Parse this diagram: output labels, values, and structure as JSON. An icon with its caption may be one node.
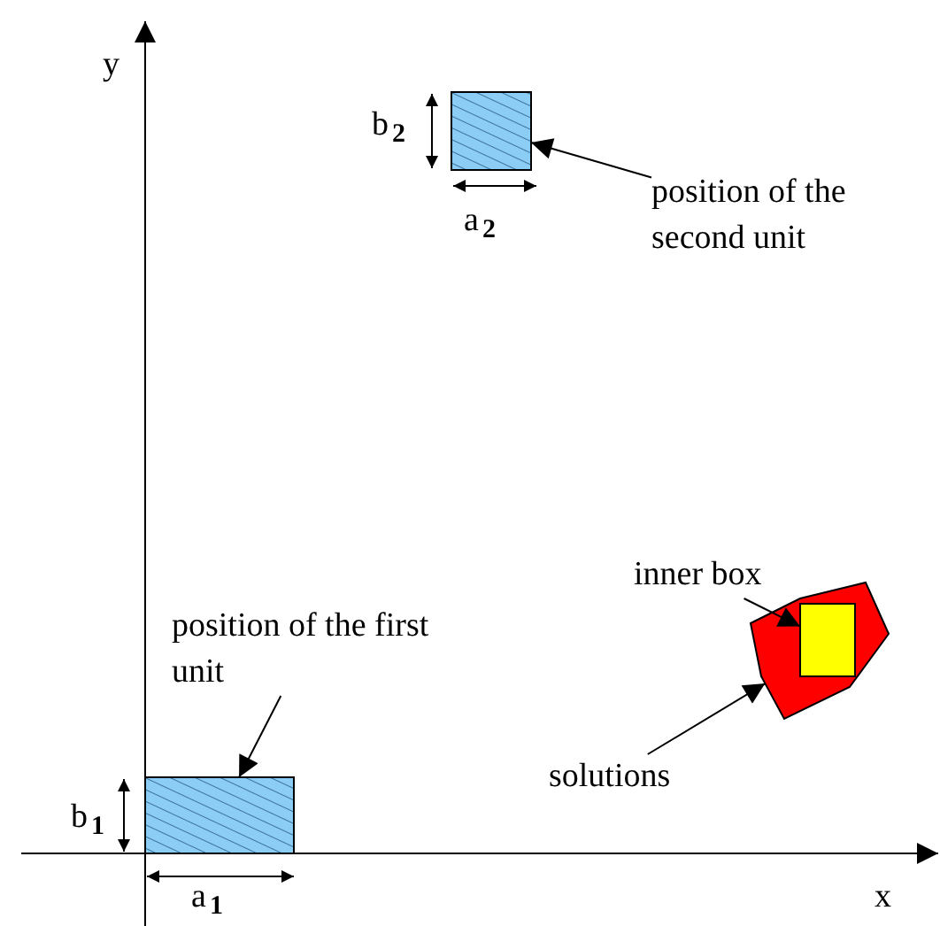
{
  "diagram": {
    "nodes": [
      {
        "text": [
          "position of the second unit"
        ]
      },
      {
        "text": [],
        "shape": "box"
      },
      {
        "text": [
          "position of the first unit"
        ]
      },
      {
        "text": [],
        "shape": "box"
      },
      {
        "text": [
          "inner box"
        ]
      },
      {
        "text": [
          "solutions"
        ]
      },
      {
        "text": [],
        "shape": "polygon"
      },
      {
        "text": [],
        "shape": "box",
        "in": 6
      }
    ],
    "edges": [
      {
        "from": 0,
        "to": 1,
        "arrow": "to"
      },
      {
        "from": 2,
        "to": 3,
        "arrow": "to"
      },
      {
        "from": 4,
        "to": 7,
        "arrow": "to"
      },
      {
        "from": 5,
        "to": 6,
        "arrow": "to"
      }
    ],
    "labels": [
      "y",
      "b$_{2}$",
      "a$_{2}$",
      "b$_{1}$",
      "x",
      "a$_{1}$"
    ]
  }
}
